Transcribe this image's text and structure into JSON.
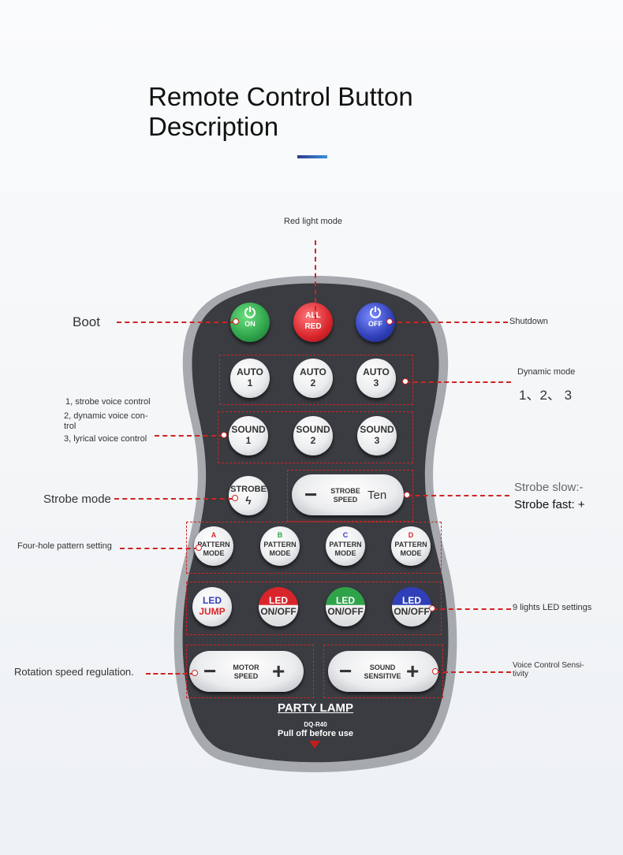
{
  "title": "Remote Control Button Description",
  "labels": {
    "red_light_mode": "Red light mode",
    "boot": "Boot",
    "shutdown": "Shutdown",
    "dynamic_mode": "Dynamic mode",
    "dynamic_numbers": "1、2、 3",
    "voice_1": "1, strobe voice control",
    "voice_2a": "2, dynamic voice con-",
    "voice_2b": "trol",
    "voice_3": "3, lyrical voice control",
    "strobe_mode": "Strobe mode",
    "strobe_slow": "Strobe slow:-",
    "strobe_fast": "Strobe fast: +",
    "four_hole": "Four-hole pattern setting",
    "nine_lights": "9 lights LED settings",
    "rotation": "Rotation speed regulation.",
    "voice_sens_a": "Voice Control Sensi-",
    "voice_sens_b": "tivity"
  },
  "remote": {
    "row1": [
      {
        "l1": "",
        "l2": "ON",
        "color": "#2fa34a",
        "icon": "power-icon"
      },
      {
        "l1": "ALL",
        "l2": "RED",
        "color": "#d8252b",
        "icon": ""
      },
      {
        "l1": "",
        "l2": "OFF",
        "color": "#2f3fb8",
        "icon": "power-icon"
      }
    ],
    "auto": [
      {
        "l1": "AUTO",
        "l2": "1"
      },
      {
        "l1": "AUTO",
        "l2": "2"
      },
      {
        "l1": "AUTO",
        "l2": "3"
      }
    ],
    "sound": [
      {
        "l1": "SOUND",
        "l2": "1"
      },
      {
        "l1": "SOUND",
        "l2": "2"
      },
      {
        "l1": "SOUND",
        "l2": "3"
      }
    ],
    "strobe": {
      "l1": "STROBE",
      "icon": "lightning-icon"
    },
    "strobe_speed": {
      "minus": "−",
      "mid1": "STROBE",
      "mid2": "SPEED",
      "plus": "Ten"
    },
    "pattern": [
      {
        "letter": "A",
        "l1": "PATTERN",
        "l2": "MODE",
        "dot": "#d8252b"
      },
      {
        "letter": "B",
        "l1": "PATTERN",
        "l2": "MODE",
        "dot": "#2fa34a"
      },
      {
        "letter": "C",
        "l1": "PATTERN",
        "l2": "MODE",
        "dot": "#2f3fb8"
      },
      {
        "letter": "D",
        "l1": "PATTERN",
        "l2": "MODE",
        "dot": "#d8252b"
      }
    ],
    "led": [
      {
        "l1": "LED",
        "l2": "JUMP",
        "color": "#7a2fb8"
      },
      {
        "l1": "LED",
        "l2": "ON/OFF",
        "color": "#d8252b"
      },
      {
        "l1": "LED",
        "l2": "ON/OFF",
        "color": "#2fa34a"
      },
      {
        "l1": "LED",
        "l2": "ON/OFF",
        "color": "#2f3fb8"
      }
    ],
    "motor": {
      "minus": "−",
      "mid1": "MOTOR",
      "mid2": "SPEED",
      "plus": "+"
    },
    "sound_sens": {
      "minus": "−",
      "mid1": "SOUND",
      "mid2": "SENSITIVE",
      "plus": "+"
    },
    "brand": "PARTY LAMP",
    "model": "DQ-R40",
    "pull": "Pull off before use"
  },
  "colors": {
    "accent_dash": "#d02424",
    "remote_body": "#3a3c41",
    "remote_rim": "#9da1a6"
  }
}
